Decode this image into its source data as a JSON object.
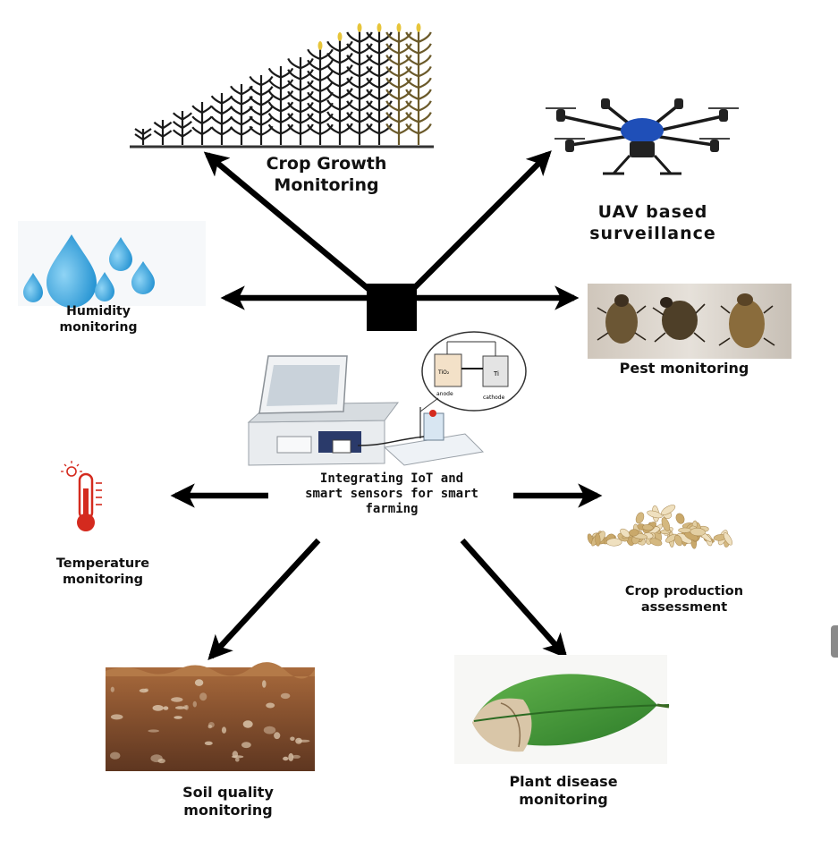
{
  "diagram": {
    "center_label": [
      "Integrating IoT and",
      "smart sensors for smart",
      "farming"
    ],
    "nodes": {
      "crop_growth": [
        "Crop Growth",
        "Monitoring"
      ],
      "uav": [
        "UAV based",
        "surveillance"
      ],
      "humidity": [
        "Humidity",
        "monitoring"
      ],
      "pest": [
        "Pest monitoring"
      ],
      "temperature": [
        "Temperature",
        "monitoring"
      ],
      "crop_production": [
        "Crop production",
        "assessment"
      ],
      "soil": [
        "Soil quality",
        "monitoring"
      ],
      "disease": [
        "Plant disease",
        "monitoring"
      ]
    },
    "device_labels": {
      "anode": "anode",
      "cathode": "cathode",
      "ti": "Ti",
      "sensor_plate": "TiO₂"
    },
    "colors": {
      "arrow": "#000000",
      "water": "#38a9e0",
      "drone_body": "#1f4fb8",
      "thermometer": "#d42a1e",
      "leaf": "#3e9b3a",
      "soil": "#7a4a2a"
    }
  }
}
